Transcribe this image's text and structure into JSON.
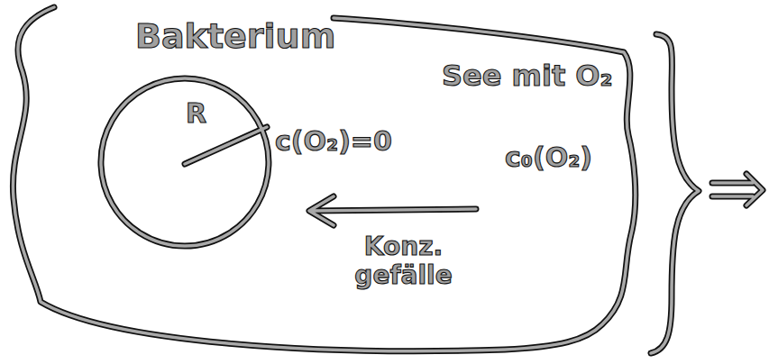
{
  "diagram": {
    "nodes": [
      {
        "text": [
          "See mit O₂",
          "c₀(O₂)"
        ]
      },
      {
        "text": [
          "Bakterium",
          "R"
        ],
        "in": 0
      }
    ],
    "labels": [
      "c(O₂)=0",
      "Konz. gefälle"
    ]
  }
}
